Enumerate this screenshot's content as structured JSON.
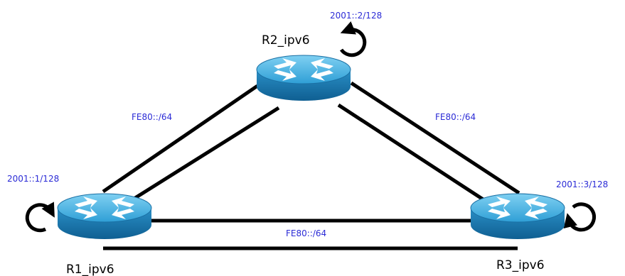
{
  "diagram": {
    "routers": [
      {
        "name": "R1_ipv6",
        "loopback": "2001::1/128"
      },
      {
        "name": "R2_ipv6",
        "loopback": "2001::2/128"
      },
      {
        "name": "R3_ipv6",
        "loopback": "2001::3/128"
      }
    ],
    "links": [
      {
        "label": "FE80::/64"
      },
      {
        "label": "FE80::/64"
      },
      {
        "label": "FE80::/64"
      }
    ]
  },
  "colors": {
    "address_text": "#2b2bd6",
    "router_body": "#1d7fb8",
    "router_top": "#35a9dd",
    "link": "#000000"
  },
  "icons": {
    "router": "router-icon",
    "loopback": "loopback-arrow-icon"
  }
}
